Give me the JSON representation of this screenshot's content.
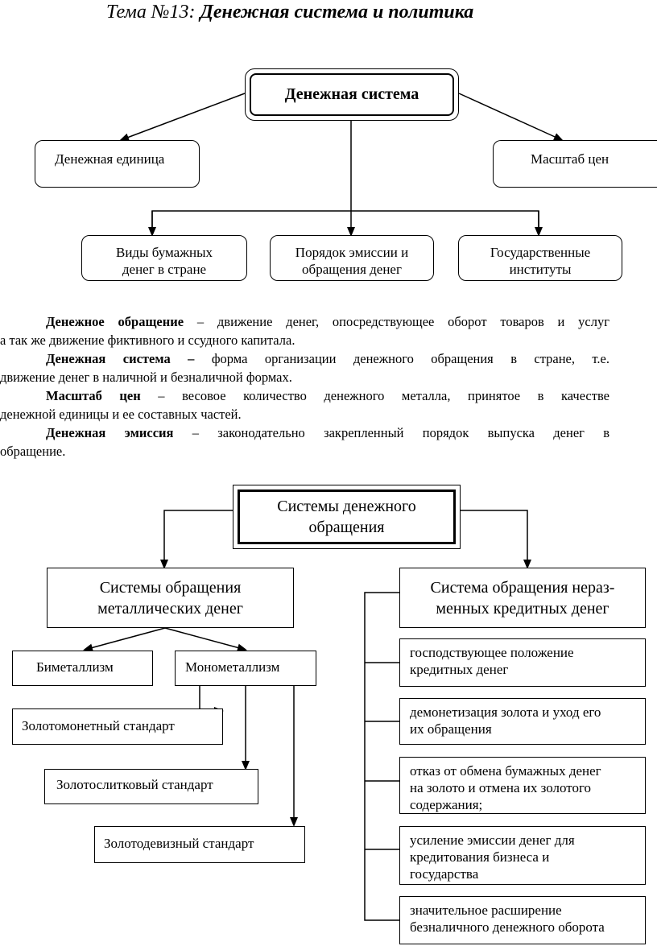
{
  "header": {
    "prefix": "Тема №13: ",
    "title": "Денежная система и политика"
  },
  "diagram1": {
    "main": "Денежная система",
    "left": "Денежная единица",
    "right": "Масштаб цен",
    "bottom_left": [
      "Виды бумажных",
      "денег в стране"
    ],
    "bottom_center": [
      "Порядок эмиссии и",
      "обращения денег"
    ],
    "bottom_right": [
      "Государственные",
      "институты"
    ]
  },
  "definitions": [
    {
      "term": "Денежное обращение",
      "line1": " – движение денег, опосредствующее оборот товаров и услуг",
      "line2": "а так же движение фиктивного и ссудного капитала."
    },
    {
      "term": "Денежная система –",
      "line1": " форма организации денежного обращения в стране, т.е.",
      "line2": "движение денег в наличной и безналичной формах."
    },
    {
      "term": "Масштаб цен",
      "line1": " – весовое количество денежного металла, принятое в качестве",
      "line2": "денежной единицы и ее составных частей."
    },
    {
      "term": "Денежная эмиссия",
      "line1": " – законодательно закрепленный порядок выпуска денег в",
      "line2": "обращение."
    }
  ],
  "diagram2": {
    "main": [
      "Системы денежного",
      "обращения"
    ],
    "metal": {
      "title": [
        "Системы обращения",
        "металлических денег"
      ],
      "bimetal": "Биметаллизм",
      "monometal": "Монометаллизм",
      "standards": [
        "Золотомонетный стандарт",
        "Золотослитковый стандарт",
        "Золотодевизный стандарт"
      ]
    },
    "credit": {
      "title": [
        "Система обращения нераз-",
        "менных кредитных денег"
      ],
      "items": [
        [
          "господствующее положение",
          "кредитных денег"
        ],
        [
          "демонетизация золота и уход его",
          "их обращения"
        ],
        [
          "отказ от обмена бумажных денег",
          "на золото и отмена их золотого",
          "содержания;"
        ],
        [
          "усиление эмиссии денег для",
          "кредитования бизнеса и",
          "государства"
        ],
        [
          "значительное расширение",
          "безналичного денежного оборота"
        ]
      ]
    }
  }
}
